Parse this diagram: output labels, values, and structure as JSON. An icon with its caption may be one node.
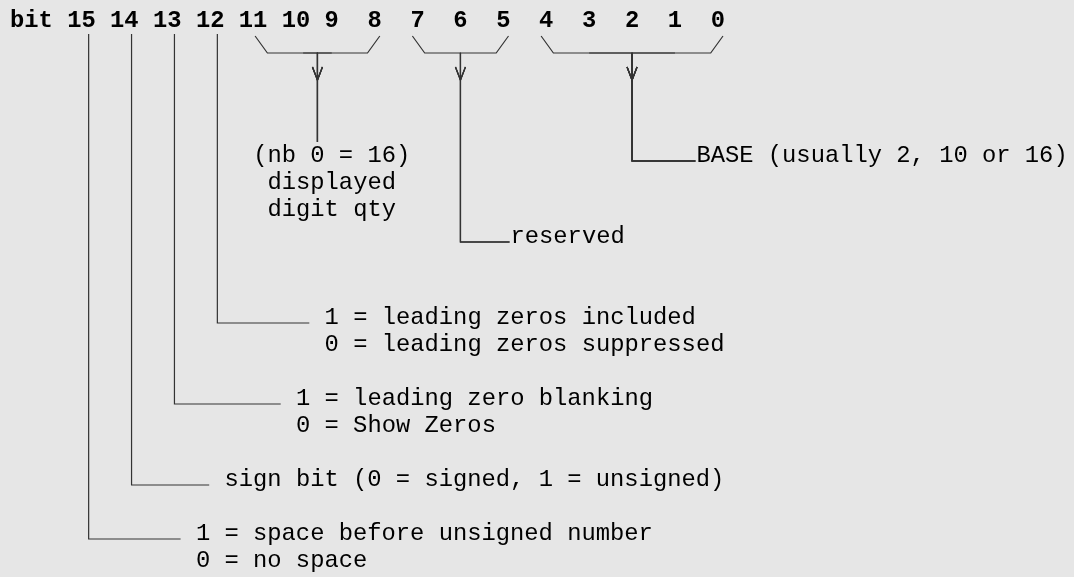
{
  "diagram": {
    "nodes": [
      {
        "text": [
          "15"
        ]
      },
      {
        "text": [
          "14"
        ]
      },
      {
        "text": [
          "13"
        ]
      },
      {
        "text": [
          "12"
        ]
      },
      {
        "text": [
          "11"
        ]
      },
      {
        "text": [
          "10"
        ]
      },
      {
        "text": [
          "9"
        ]
      },
      {
        "text": [
          "8"
        ]
      },
      {
        "text": [
          "7"
        ]
      },
      {
        "text": [
          "6"
        ]
      },
      {
        "text": [
          "5"
        ]
      },
      {
        "text": [
          "4"
        ]
      },
      {
        "text": [
          "3"
        ]
      },
      {
        "text": [
          "2"
        ]
      },
      {
        "text": [
          "1"
        ]
      },
      {
        "text": [
          "0"
        ]
      },
      {
        "text": [
          "(nb 0 = 16)",
          "displayed digit qty"
        ]
      },
      {
        "text": [
          "BASE (usually 2, 10 or 16)"
        ]
      },
      {
        "text": [
          "reserved"
        ]
      },
      {
        "text": [
          "1 = leading zeros included",
          "0 = leading zeros suppressed"
        ]
      },
      {
        "text": [
          "1 = leading zero blanking",
          "0 = Show Zeros"
        ]
      },
      {
        "text": [
          "sign bit (0 = signed, 1 = unsigned)"
        ]
      },
      {
        "text": [
          "1 = space before unsigned number",
          "0 = no space"
        ]
      }
    ],
    "edges": [
      {
        "from": 4,
        "to": 16,
        "arrow": "to"
      },
      {
        "from": 5,
        "to": 16,
        "arrow": "to"
      },
      {
        "from": 6,
        "to": 16,
        "arrow": "to"
      },
      {
        "from": 7,
        "to": 16,
        "arrow": "to"
      },
      {
        "from": 8,
        "to": 18,
        "arrow": "to"
      },
      {
        "from": 9,
        "to": 18,
        "arrow": "to"
      },
      {
        "from": 10,
        "to": 18,
        "arrow": "to"
      },
      {
        "from": 11,
        "to": 17,
        "arrow": "to"
      },
      {
        "from": 12,
        "to": 17,
        "arrow": "to"
      },
      {
        "from": 13,
        "to": 17,
        "arrow": "to"
      },
      {
        "from": 14,
        "to": 17,
        "arrow": "to"
      },
      {
        "from": 15,
        "to": 17,
        "arrow": "to"
      },
      {
        "from": 3,
        "to": 19,
        "arrow": "none"
      },
      {
        "from": 2,
        "to": 20,
        "arrow": "none"
      },
      {
        "from": 1,
        "to": 21,
        "arrow": "none"
      },
      {
        "from": 0,
        "to": 22,
        "arrow": "none"
      }
    ],
    "labels": [
      "bit"
    ]
  }
}
